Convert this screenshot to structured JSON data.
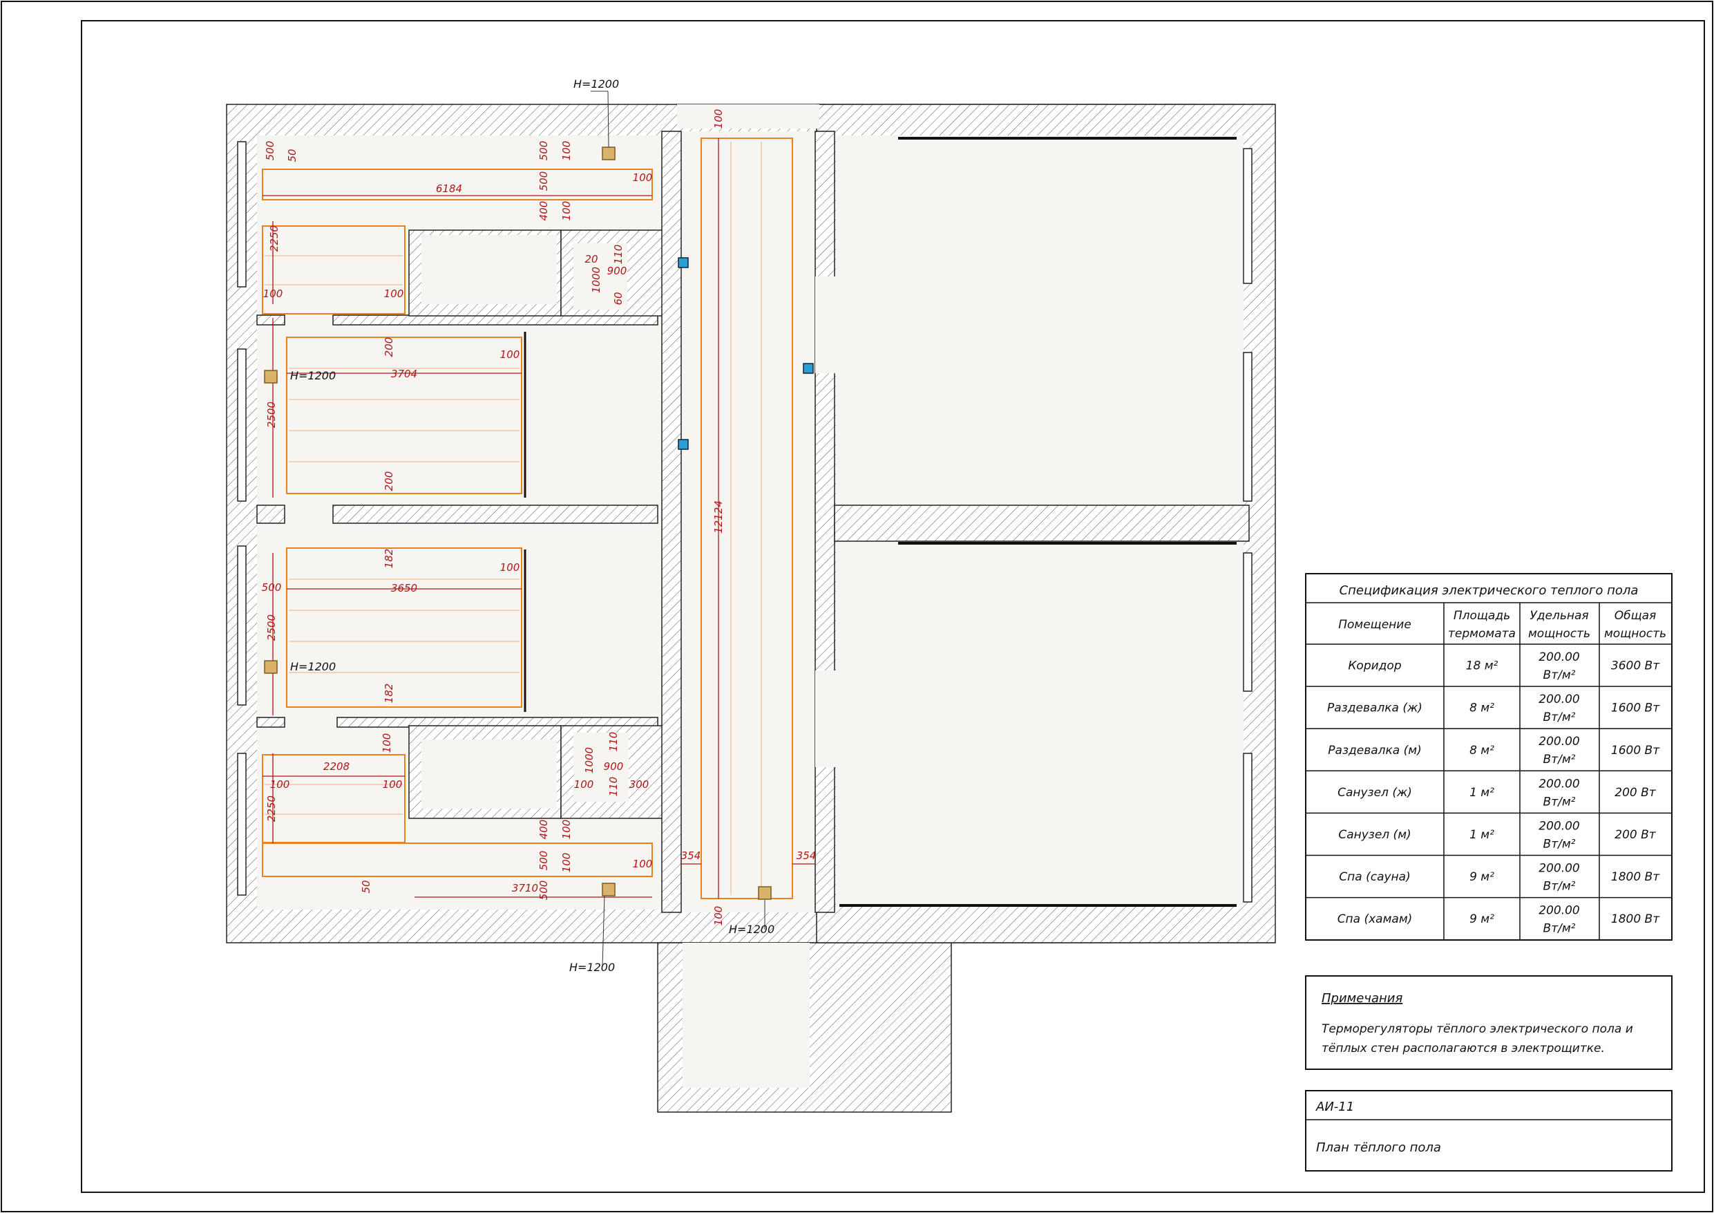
{
  "plan": {
    "heights": {
      "h_top": "H=1200",
      "h_left1": "H=1200",
      "h_left2": "H=1200",
      "h_bottom_left": "H=1200",
      "h_bottom_center": "H=1200"
    },
    "dimensions": {
      "d_6184": "6184",
      "d_2250_top": "2250",
      "d_100_a": "100",
      "d_100_b": "100",
      "d_50_top": "50",
      "d_500_tl": "500",
      "d_500_top": "500",
      "d_100_top": "100",
      "d_100_topr": "100",
      "d_400_top": "400",
      "d_500_top2": "500",
      "d_100_top2": "100",
      "d_20": "20",
      "d_900_top": "900",
      "d_110_top": "110",
      "d_1000_top": "1000",
      "d_60": "60",
      "d_200_a": "200",
      "d_3704": "3704",
      "d_100_c": "100",
      "d_2500_a": "2500",
      "d_200_b": "200",
      "d_182_a": "182",
      "d_3650": "3650",
      "d_100_d": "100",
      "d_500_l": "500",
      "d_2500_b": "2500",
      "d_182_b": "182",
      "d_100_e": "100",
      "d_2208": "2208",
      "d_100_f": "100",
      "d_100_g": "100",
      "d_2250_b": "2250",
      "d_1000_b": "1000",
      "d_900_b": "900",
      "d_110_b": "110",
      "d_100_h": "100",
      "d_110_c": "110",
      "d_300": "300",
      "d_400_b": "400",
      "d_500_b": "500",
      "d_100_i": "100",
      "d_500_c": "500",
      "d_100_j": "100",
      "d_3710": "3710",
      "d_50_b": "50",
      "d_100_k": "100",
      "d_12124": "12124",
      "d_100_corr": "100",
      "d_354_a": "354",
      "d_354_b": "354",
      "d_100_corr2": "100"
    }
  },
  "spec": {
    "title": "Спецификация электрического теплого пола",
    "headers": [
      "Помещение",
      "Площадь термомата",
      "Удельная мощность",
      "Общая мощность"
    ],
    "header_lines": [
      [
        "Помещение"
      ],
      [
        "Площадь",
        "термомата"
      ],
      [
        "Удельная",
        "мощность"
      ],
      [
        "Общая",
        "мощность"
      ]
    ],
    "rows": [
      {
        "room": "Коридор",
        "area": "18 м²",
        "spec_power_1": "200.00",
        "spec_power_2": "Вт/м²",
        "total": "3600 Вт"
      },
      {
        "room": "Раздевалка (ж)",
        "area": "8 м²",
        "spec_power_1": "200.00",
        "spec_power_2": "Вт/м²",
        "total": "1600 Вт"
      },
      {
        "room": "Раздевалка (м)",
        "area": "8 м²",
        "spec_power_1": "200.00",
        "spec_power_2": "Вт/м²",
        "total": "1600 Вт"
      },
      {
        "room": "Санузел (ж)",
        "area": "1 м²",
        "spec_power_1": "200.00",
        "spec_power_2": "Вт/м²",
        "total": "200 Вт"
      },
      {
        "room": "Санузел (м)",
        "area": "1 м²",
        "spec_power_1": "200.00",
        "spec_power_2": "Вт/м²",
        "total": "200 Вт"
      },
      {
        "room": "Спа (сауна)",
        "area": "9 м²",
        "spec_power_1": "200.00",
        "spec_power_2": "Вт/м²",
        "total": "1800 Вт"
      },
      {
        "room": "Спа (хамам)",
        "area": "9 м²",
        "spec_power_1": "200.00",
        "spec_power_2": "Вт/м²",
        "total": "1800 Вт"
      }
    ]
  },
  "notes": {
    "title": "Примечания",
    "line1": "Терморегуляторы тёплого электрического пола и",
    "line2": "тёплых стен располагаются в электрощитке."
  },
  "titleblock": {
    "code": "АИ-11",
    "name": "План тёплого пола"
  },
  "colors": {
    "mat": "#e8801e",
    "dimension": "#b01616",
    "floor": "#f7f5f2",
    "wall": "#222222",
    "thermostat": "#d9b36a",
    "sensor": "#2a9fd6"
  }
}
